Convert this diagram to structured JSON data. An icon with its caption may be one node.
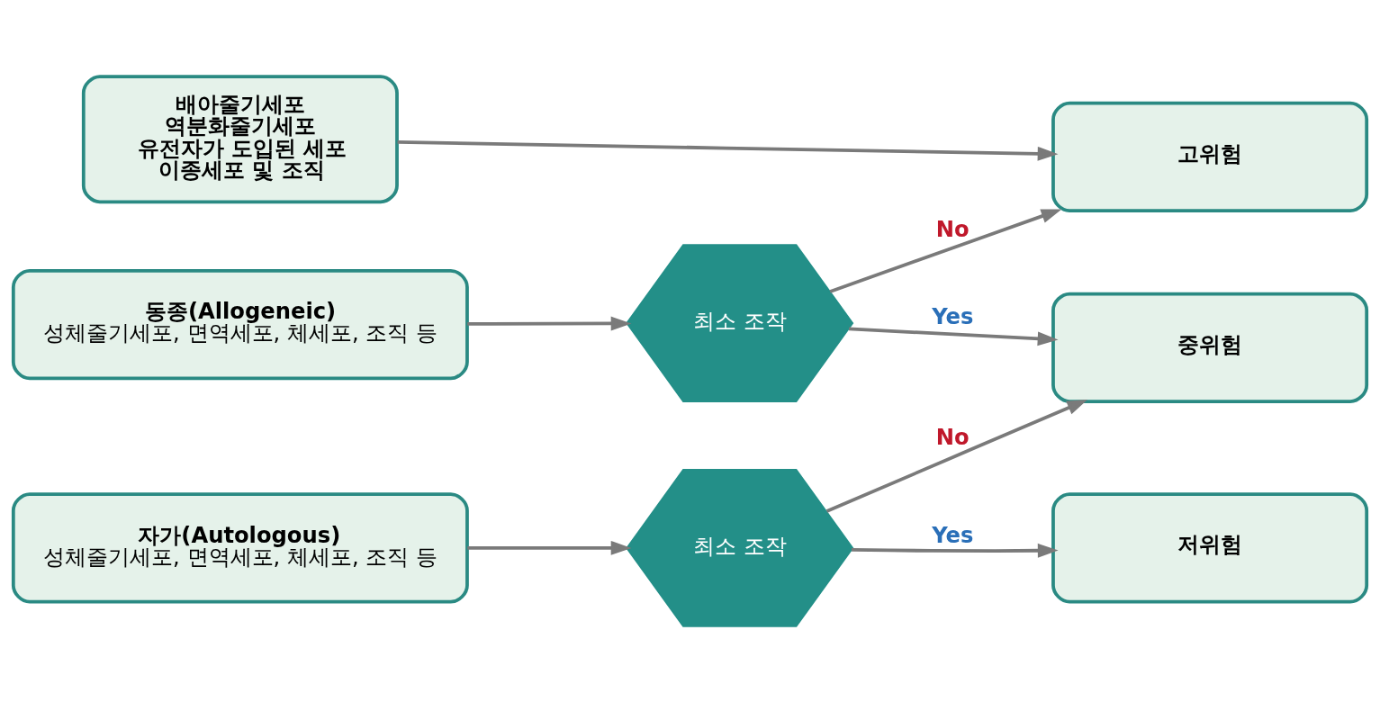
{
  "diagram": {
    "nodes": [
      {
        "text": [
          "배아줄기세포",
          "역분화줄기세포",
          "유전자가 도입된 세포",
          "이종세포 및 조직"
        ]
      },
      {
        "text": [
          "동종(Allogeneic)",
          "성체줄기세포, 면역세포, 체세포, 조직 등"
        ]
      },
      {
        "text": [
          "자가(Autologous)",
          "성체줄기세포, 면역세포, 체세포, 조직 등"
        ]
      },
      {
        "text": [
          "최소 조작"
        ]
      },
      {
        "text": [
          "최소 조작"
        ]
      },
      {
        "text": [
          "고위험"
        ]
      },
      {
        "text": [
          "중위험"
        ]
      },
      {
        "text": [
          "저위험"
        ]
      }
    ],
    "edges": [
      {
        "from": 0,
        "to": 5,
        "arrow": "to"
      },
      {
        "from": 1,
        "to": 3,
        "arrow": "to"
      },
      {
        "from": 3,
        "to": 5,
        "arrow": "to",
        "label": "No"
      },
      {
        "from": 3,
        "to": 6,
        "arrow": "to",
        "label": "Yes"
      },
      {
        "from": 2,
        "to": 4,
        "arrow": "to"
      },
      {
        "from": 4,
        "to": 6,
        "arrow": "to",
        "label": "No"
      },
      {
        "from": 4,
        "to": 7,
        "arrow": "to",
        "label": "Yes"
      }
    ]
  }
}
